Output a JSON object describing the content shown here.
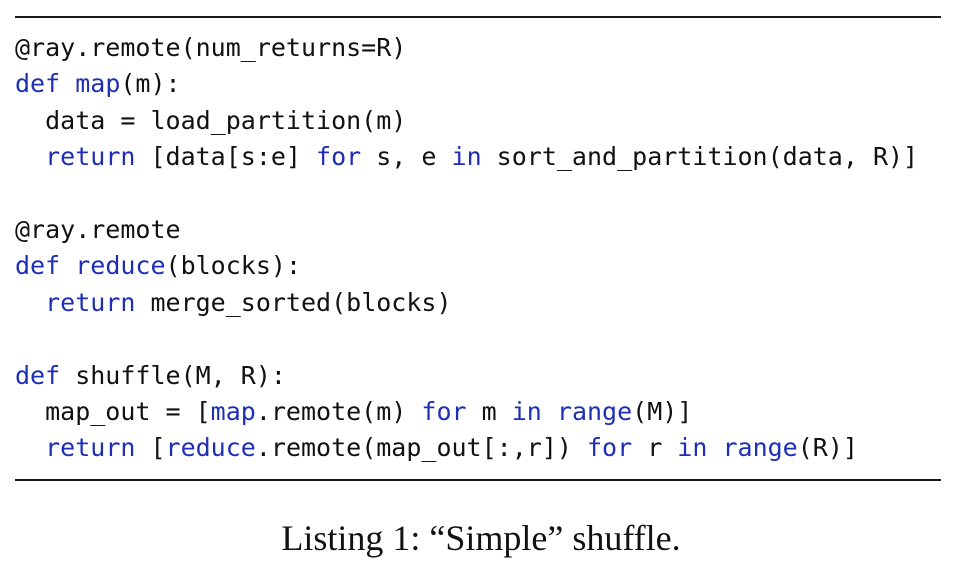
{
  "colors": {
    "keyword": "#1f2fb5",
    "text": "#111111",
    "rule": "#1a1a1a",
    "background": "#ffffff"
  },
  "listing": {
    "lines": [
      [
        {
          "t": "@ray.remote(num_returns=R)",
          "c": "plain"
        }
      ],
      [
        {
          "t": "def",
          "c": "kw"
        },
        {
          "t": " ",
          "c": "plain"
        },
        {
          "t": "map",
          "c": "fn"
        },
        {
          "t": "(m):",
          "c": "plain"
        }
      ],
      [
        {
          "t": "  data = load_partition(m)",
          "c": "plain"
        }
      ],
      [
        {
          "t": "  ",
          "c": "plain"
        },
        {
          "t": "return",
          "c": "kw"
        },
        {
          "t": " [data[s:e] ",
          "c": "plain"
        },
        {
          "t": "for",
          "c": "kw"
        },
        {
          "t": " s, e ",
          "c": "plain"
        },
        {
          "t": "in",
          "c": "kw"
        },
        {
          "t": " sort_and_partition(data, R)]",
          "c": "plain"
        }
      ],
      [],
      [
        {
          "t": "@ray.remote",
          "c": "plain"
        }
      ],
      [
        {
          "t": "def",
          "c": "kw"
        },
        {
          "t": " ",
          "c": "plain"
        },
        {
          "t": "reduce",
          "c": "fn"
        },
        {
          "t": "(blocks):",
          "c": "plain"
        }
      ],
      [
        {
          "t": "  ",
          "c": "plain"
        },
        {
          "t": "return",
          "c": "kw"
        },
        {
          "t": " merge_sorted(blocks)",
          "c": "plain"
        }
      ],
      [],
      [
        {
          "t": "def",
          "c": "kw"
        },
        {
          "t": " shuffle(M, R):",
          "c": "plain"
        }
      ],
      [
        {
          "t": "  map_out = [",
          "c": "plain"
        },
        {
          "t": "map",
          "c": "fn"
        },
        {
          "t": ".remote(m) ",
          "c": "plain"
        },
        {
          "t": "for",
          "c": "kw"
        },
        {
          "t": " m ",
          "c": "plain"
        },
        {
          "t": "in",
          "c": "kw"
        },
        {
          "t": " ",
          "c": "plain"
        },
        {
          "t": "range",
          "c": "kw"
        },
        {
          "t": "(M)]",
          "c": "plain"
        }
      ],
      [
        {
          "t": "  ",
          "c": "plain"
        },
        {
          "t": "return",
          "c": "kw"
        },
        {
          "t": " [",
          "c": "plain"
        },
        {
          "t": "reduce",
          "c": "fn"
        },
        {
          "t": ".remote(map_out[:,r]) ",
          "c": "plain"
        },
        {
          "t": "for",
          "c": "kw"
        },
        {
          "t": " r ",
          "c": "plain"
        },
        {
          "t": "in",
          "c": "kw"
        },
        {
          "t": " ",
          "c": "plain"
        },
        {
          "t": "range",
          "c": "kw"
        },
        {
          "t": "(R)]",
          "c": "plain"
        }
      ]
    ]
  },
  "caption": "Listing 1: “Simple” shuffle."
}
